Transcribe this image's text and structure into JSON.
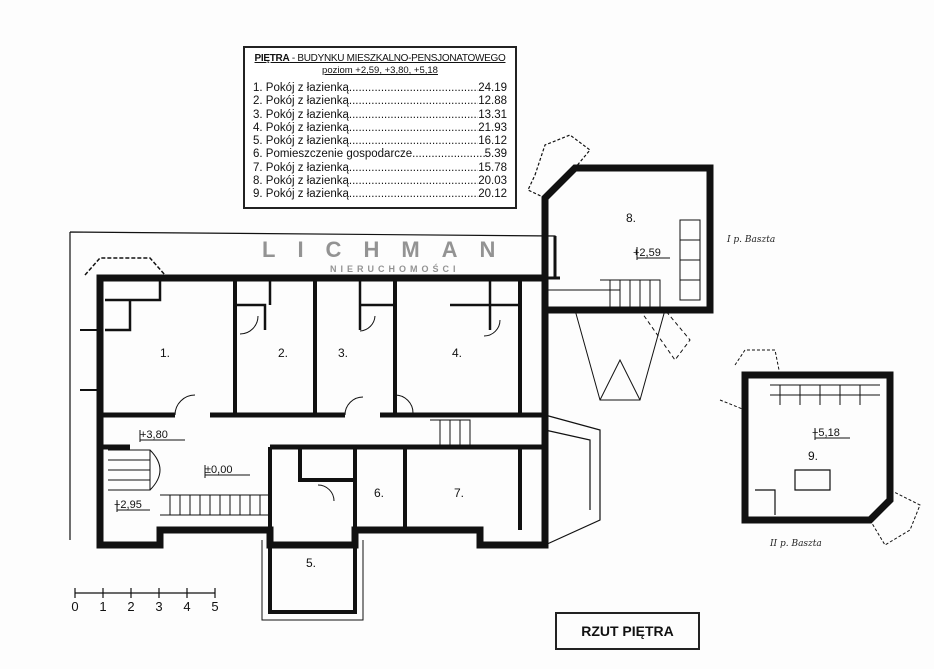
{
  "legend": {
    "title_bold": "PIĘTRA",
    "title_rest": " - BUDYNKU MIESZKALNO-PENSJONATOWEGO",
    "subtitle": "poziom +2,59, +3,80, +5,18",
    "rooms": [
      {
        "name": "1. Pokój z łazienką",
        "area": "24.19"
      },
      {
        "name": "2. Pokój z łazienką",
        "area": "12.88"
      },
      {
        "name": "3. Pokój z łazienką",
        "area": "13.31"
      },
      {
        "name": "4. Pokój z łazienką",
        "area": "21.93"
      },
      {
        "name": "5. Pokój z łazienką",
        "area": "16.12"
      },
      {
        "name": "6. Pomieszczenie gospodarcze",
        "area": "5.39"
      },
      {
        "name": "7. Pokój z łazienką",
        "area": "15.78"
      },
      {
        "name": "8. Pokój z łazienką",
        "area": "20.03"
      },
      {
        "name": "9. Pokój z łazienką",
        "area": "20.12"
      }
    ]
  },
  "watermark": {
    "brand": "LICHMAN",
    "tagline": "NIERUCHOMOŚCI"
  },
  "plan": {
    "room_labels": [
      "1.",
      "2.",
      "3.",
      "4.",
      "5.",
      "6.",
      "7.",
      "8.",
      "9."
    ],
    "levels": {
      "corridor": "+3,80",
      "hall": "±0,00",
      "landing": "+2,95",
      "tower1": "+2,59",
      "tower2": "+5,18"
    },
    "handwritten": {
      "tower1": "I p. Baszta",
      "tower2": "II p. Baszta"
    },
    "scale_ticks": [
      "0",
      "1",
      "2",
      "3",
      "4",
      "5"
    ]
  },
  "caption": "RZUT PIĘTRA"
}
